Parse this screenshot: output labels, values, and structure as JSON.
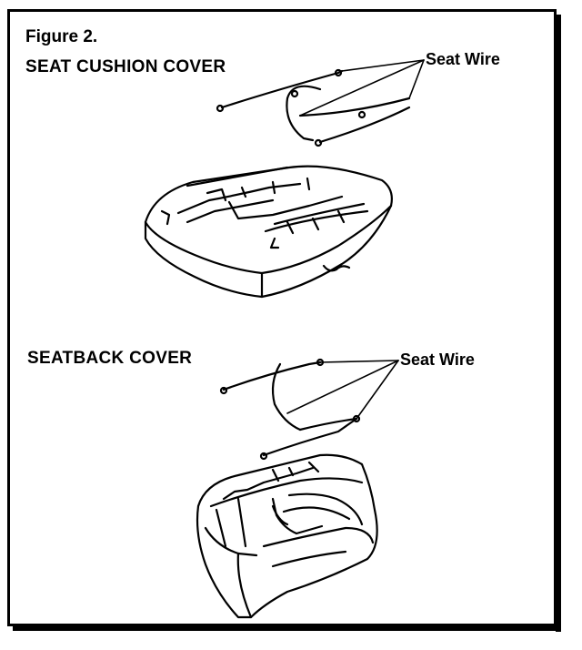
{
  "figure": {
    "label": "Figure 2."
  },
  "cushion": {
    "title": "SEAT CUSHION COVER",
    "wire_label": "Seat Wire"
  },
  "seatback": {
    "title": "SEATBACK COVER",
    "wire_label": "Seat Wire"
  }
}
